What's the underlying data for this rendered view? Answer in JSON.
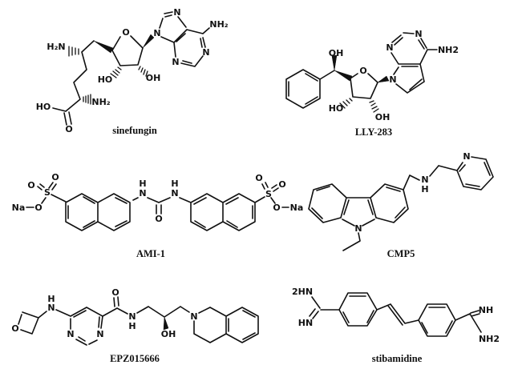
{
  "figure": {
    "background_color": "#ffffff",
    "ink_color": "#111111",
    "compounds": [
      {
        "name": "sinefungin",
        "labels": {
          "amine_side": "H₂N",
          "ring_oxygen": "O",
          "n9": "N",
          "n7": "N",
          "n1": "N",
          "n3": "N",
          "adenine_amine": "NH₂",
          "ho_3prime": "HO",
          "oh_2prime": "OH",
          "acid_ho": "HO",
          "alpha_amine": "NH₂",
          "carbonyl_o": "O"
        }
      },
      {
        "name": "LLY-283",
        "labels": {
          "benzylic_oh": "OH",
          "ring_oxygen": "O",
          "ho_3prime": "HO",
          "oh_2prime": "OH",
          "n7": "N",
          "n1": "N",
          "n3": "N",
          "amine": "NH2"
        }
      },
      {
        "name": "AMI-1",
        "labels": {
          "na_left": "Na",
          "o_na_left": "O",
          "s_left": "S",
          "o_left_a": "O",
          "o_left_b": "O",
          "h_left": "H",
          "n_left": "N",
          "urea_o": "O",
          "h_right": "H",
          "n_right": "N",
          "s_right": "S",
          "o_right_a": "O",
          "o_right_b": "O",
          "o_na_right": "O",
          "na_right": "Na"
        }
      },
      {
        "name": "CMP5",
        "labels": {
          "carbazole_n": "N",
          "amine_n": "N",
          "amine_h": "H",
          "pyridine_n": "N"
        }
      },
      {
        "name": "EPZ015666",
        "labels": {
          "oxetane_o": "O",
          "nh_h": "H",
          "nh_n": "N",
          "n1": "N",
          "n3": "N",
          "carbonyl_o": "O",
          "amide_n": "N",
          "amide_h": "H",
          "oh": "OH",
          "thiq_n": "N"
        }
      },
      {
        "name": "stibamidine",
        "labels": {
          "amidine1_hn2": "2HN",
          "amidine1_hn": "HN",
          "amidine2_nh": "NH",
          "amidine2_nh2": "NH2"
        }
      }
    ]
  }
}
